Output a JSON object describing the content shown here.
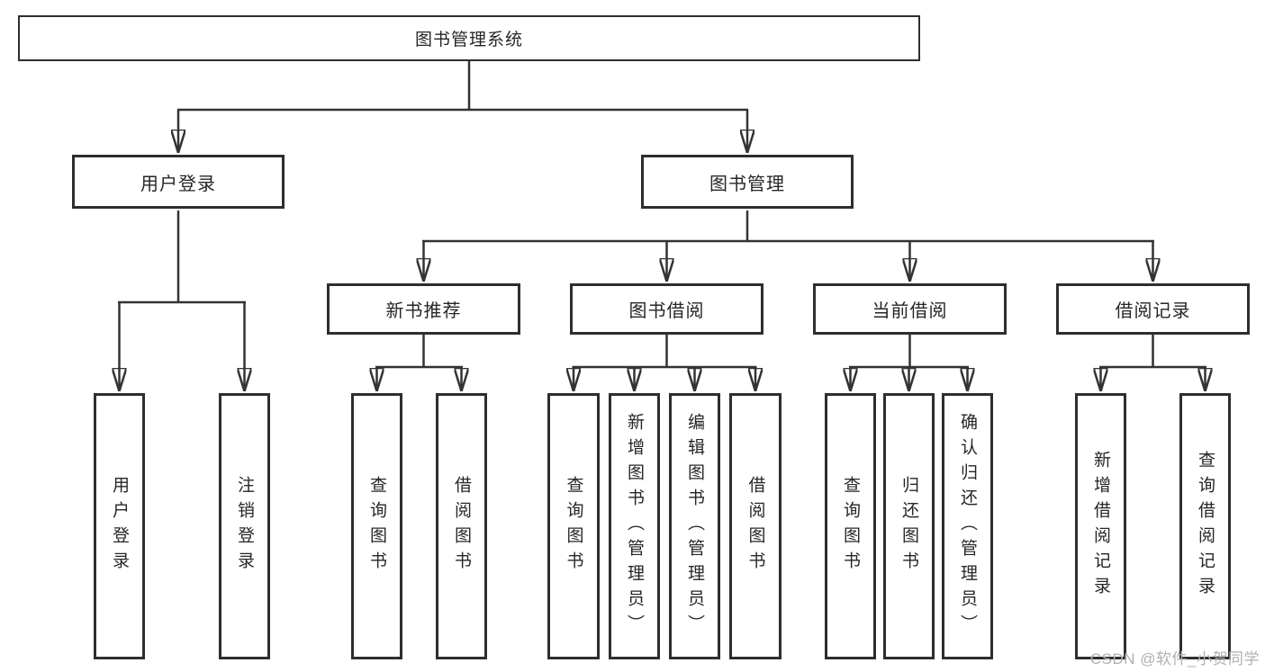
{
  "colors": {
    "line": "#333333",
    "box_border": "#2e2e2e",
    "text": "#262626",
    "watermark": "#b0b0b0",
    "background": "#ffffff"
  },
  "diagram": {
    "root": "图书管理系统",
    "level2": [
      "用户登录",
      "图书管理"
    ],
    "level3": [
      "新书推荐",
      "图书借阅",
      "当前借阅",
      "借阅记录"
    ],
    "leaves": {
      "user_login": [
        "用户登录",
        "注销登录"
      ],
      "new_book_recommend": [
        "查询图书",
        "借阅图书"
      ],
      "book_borrow": [
        "查询图书",
        "新增图书（管理员）",
        "编辑图书（管理员）",
        "借阅图书"
      ],
      "current_borrow": [
        "查询图书",
        "归还图书",
        "确认归还（管理员）"
      ],
      "borrow_records": [
        "新增借阅记录",
        "查询借阅记录"
      ]
    }
  },
  "watermark": "CSDN @软件_小贺同学"
}
